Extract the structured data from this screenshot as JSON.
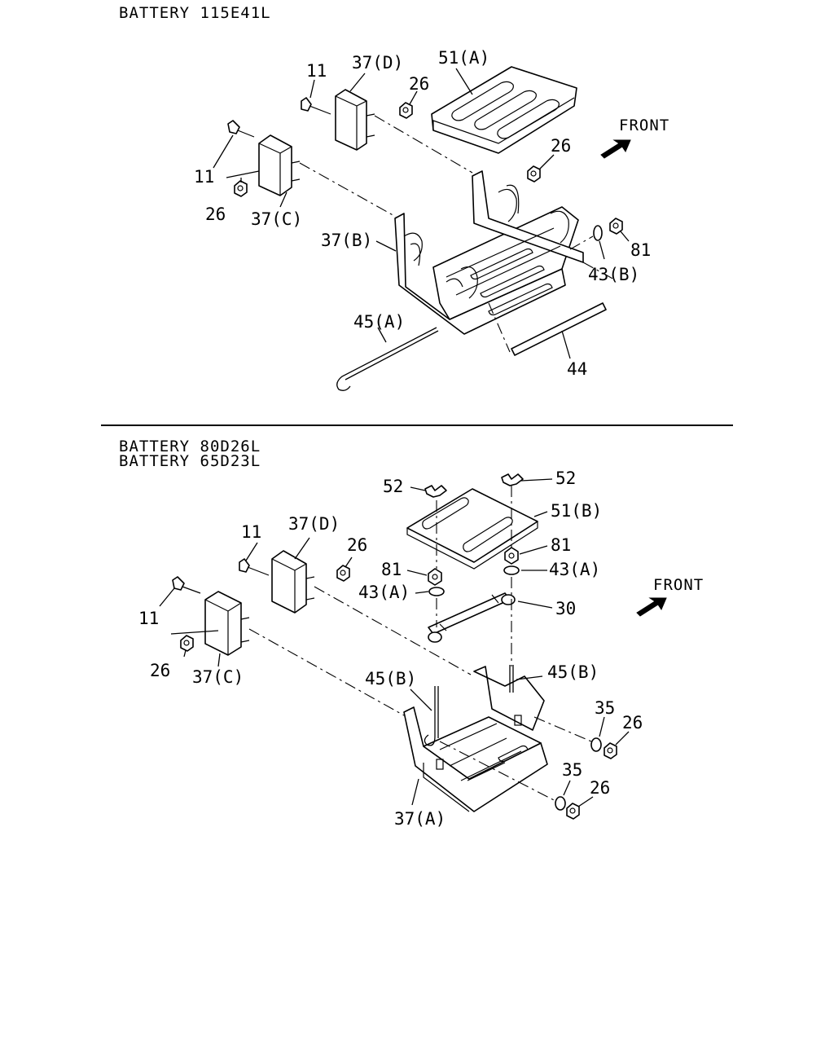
{
  "sections": [
    {
      "titles": [
        "BATTERY 115E41L"
      ],
      "front_label": "FRONT",
      "callouts": [
        "11",
        "37(D)",
        "51(A)",
        "26",
        "26",
        "11",
        "26",
        "37(C)",
        "37(B)",
        "81",
        "43(B)",
        "45(A)",
        "44"
      ]
    },
    {
      "titles": [
        "BATTERY 80D26L",
        "BATTERY 65D23L"
      ],
      "front_label": "FRONT",
      "callouts": [
        "52",
        "52",
        "51(B)",
        "11",
        "37(D)",
        "26",
        "81",
        "81",
        "43(A)",
        "43(A)",
        "30",
        "11",
        "26",
        "37(C)",
        "45(B)",
        "45(B)",
        "35",
        "26",
        "35",
        "26",
        "37(A)"
      ]
    }
  ],
  "icons": [
    "front-arrow-icon",
    "front-arrow-icon"
  ]
}
